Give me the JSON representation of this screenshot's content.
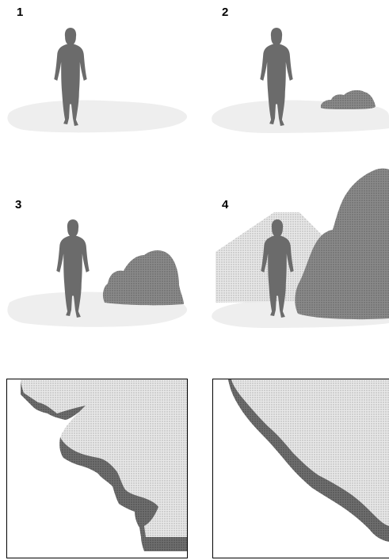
{
  "panels": [
    {
      "label": "1"
    },
    {
      "label": "2"
    },
    {
      "label": "3"
    },
    {
      "label": "4"
    }
  ],
  "colors": {
    "ground": "#eeeeee",
    "figure": "#6b6b6b",
    "bush": "#666666",
    "haze": "#dcdcdc",
    "frame": "#000000"
  },
  "icons": [
    "walking-person-figure",
    "bush-shape",
    "haze-mountain",
    "edge-detail"
  ]
}
